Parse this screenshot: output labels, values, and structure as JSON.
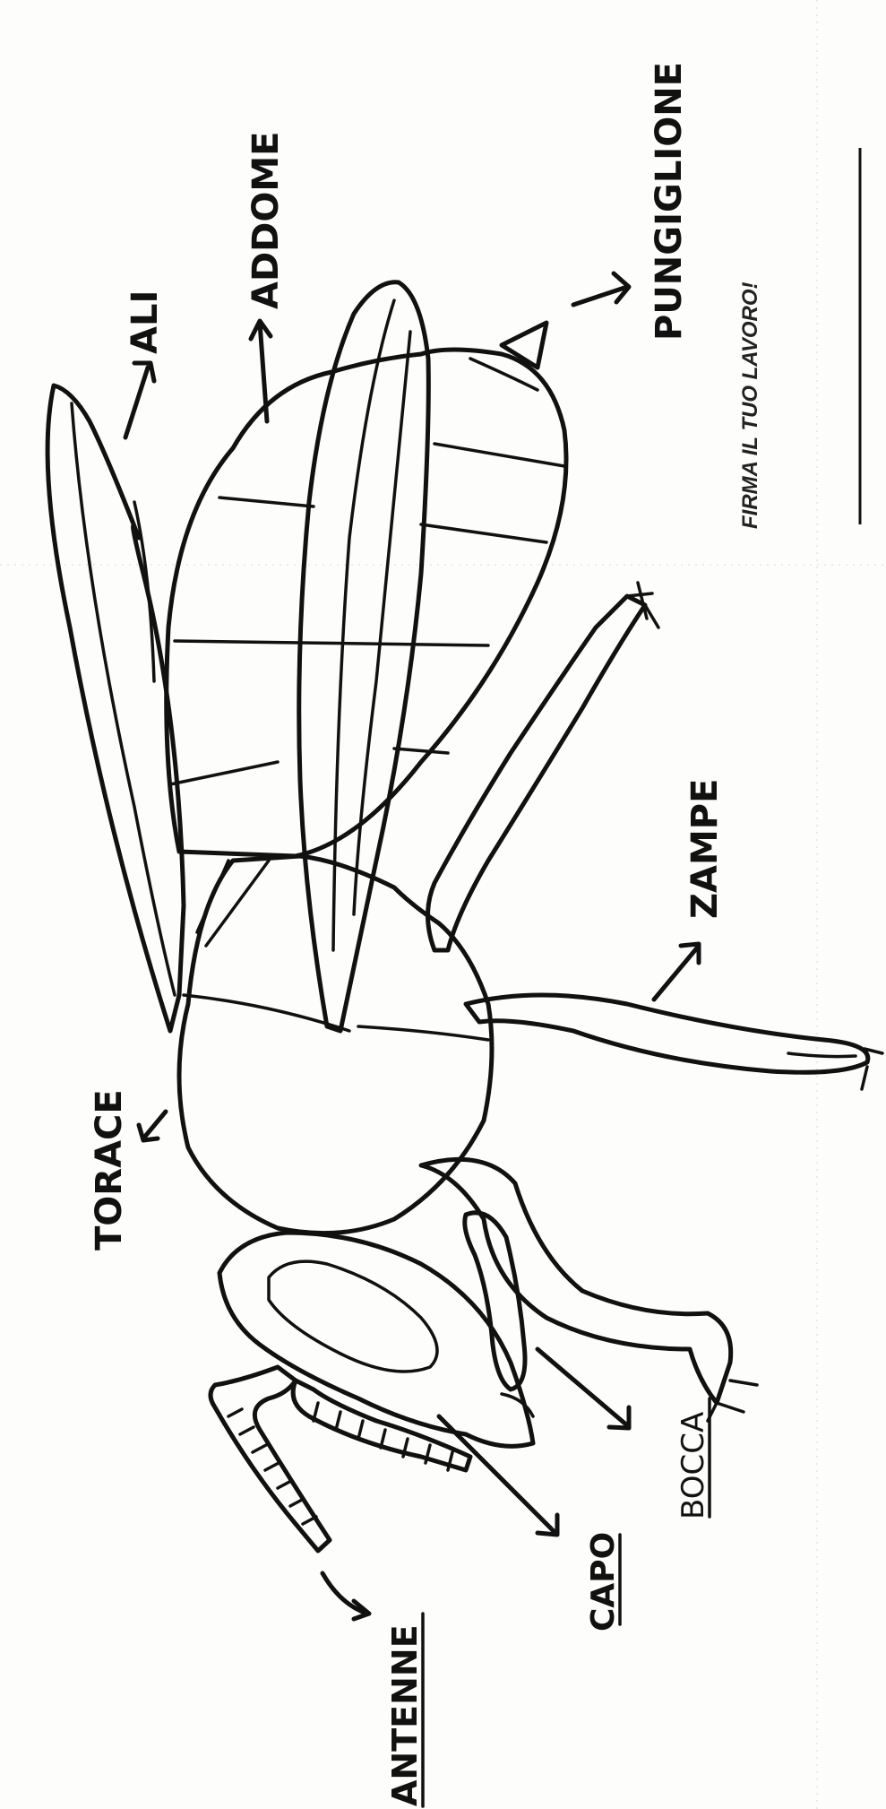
{
  "labels": {
    "ali": "ALI",
    "addome": "ADDOME",
    "pungiglione": "PUNGIGLIONE",
    "torace": "TORACE",
    "zampe": "ZAMPE",
    "capo": "CAPO",
    "bocca": "BOCCA",
    "antenne": "ANTENNE"
  },
  "signature_prompt": "FIRMA IL TUO LAVORO!",
  "colors": {
    "ink": "#111111",
    "paper": "#fdfdfb"
  }
}
